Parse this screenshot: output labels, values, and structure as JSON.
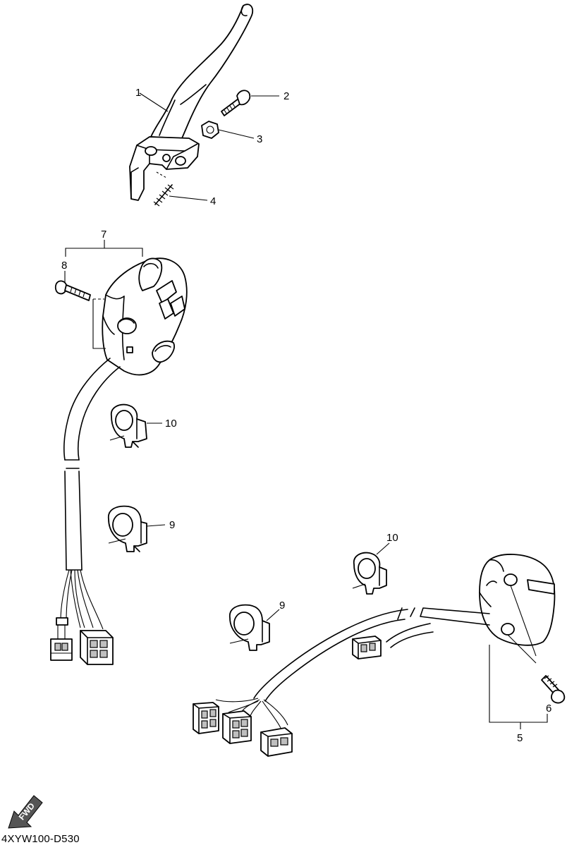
{
  "callouts": {
    "c1": "1",
    "c2": "2",
    "c3": "3",
    "c4": "4",
    "c5": "5",
    "c6": "6",
    "c7": "7",
    "c8": "8",
    "c9a": "9",
    "c10a": "10",
    "c9b": "9",
    "c10b": "10"
  },
  "fwd_label": "FWD",
  "diagram_code": "4XYW100-D530",
  "colors": {
    "line": "#000000",
    "background": "#ffffff",
    "shade": "#bfbfbf"
  }
}
